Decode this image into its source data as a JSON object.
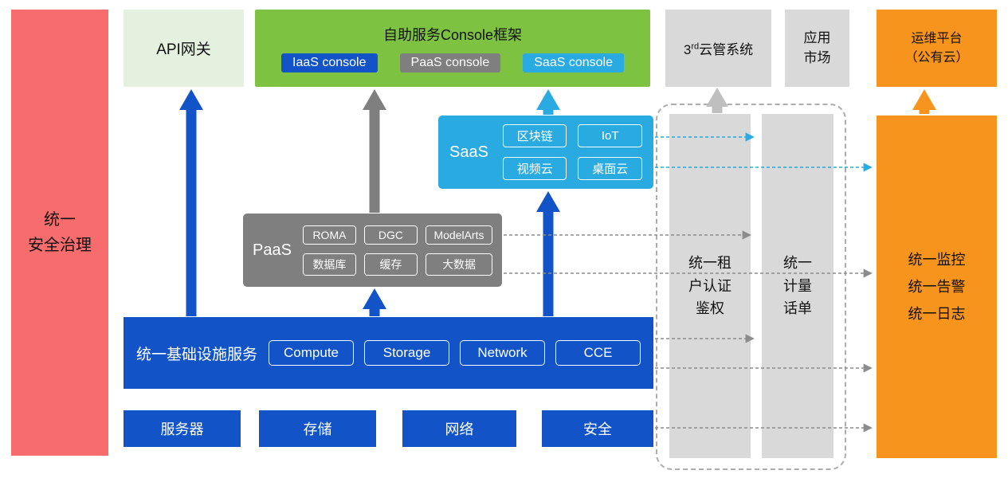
{
  "colors": {
    "red": "#F76C6C",
    "light_green": "#E4F1DE",
    "green": "#7EC242",
    "blue": "#1254C8",
    "cyan": "#29ABE2",
    "gray": "#7F7F7F",
    "light_gray": "#D9D9D9",
    "orange": "#F7941E"
  },
  "security_bar": {
    "label": "统一\n安全治理"
  },
  "api_gateway": {
    "label": "API网关"
  },
  "console_framework": {
    "title": "自助服务Console框架",
    "iaas_button": "IaaS console",
    "paas_button": "PaaS console",
    "saas_button": "SaaS console"
  },
  "third_party_cms": {
    "prefix": "3",
    "sup": "rd",
    "rest": "云管系统"
  },
  "app_market": {
    "label": "应用\n市场"
  },
  "om_platform": {
    "label": "运维平台\n（公有云）"
  },
  "saas": {
    "label": "SaaS",
    "items": [
      "区块链",
      "IoT",
      "视频云",
      "桌面云"
    ]
  },
  "paas": {
    "label": "PaaS",
    "items": [
      "ROMA",
      "DGC",
      "ModelArts",
      "数据库",
      "缓存",
      "大数据"
    ]
  },
  "iaas": {
    "label": "统一基础设施服务",
    "items": [
      "Compute",
      "Storage",
      "Network",
      "CCE"
    ]
  },
  "hardware": {
    "items": [
      "服务器",
      "存储",
      "网络",
      "安全"
    ]
  },
  "auth_bar": {
    "label": "统一租\n户认证\n鉴权"
  },
  "metering_bar": {
    "label": "统一\n计量\n话单"
  },
  "monitor_bar": {
    "label": "统一监控\n统一告警\n统一日志"
  }
}
